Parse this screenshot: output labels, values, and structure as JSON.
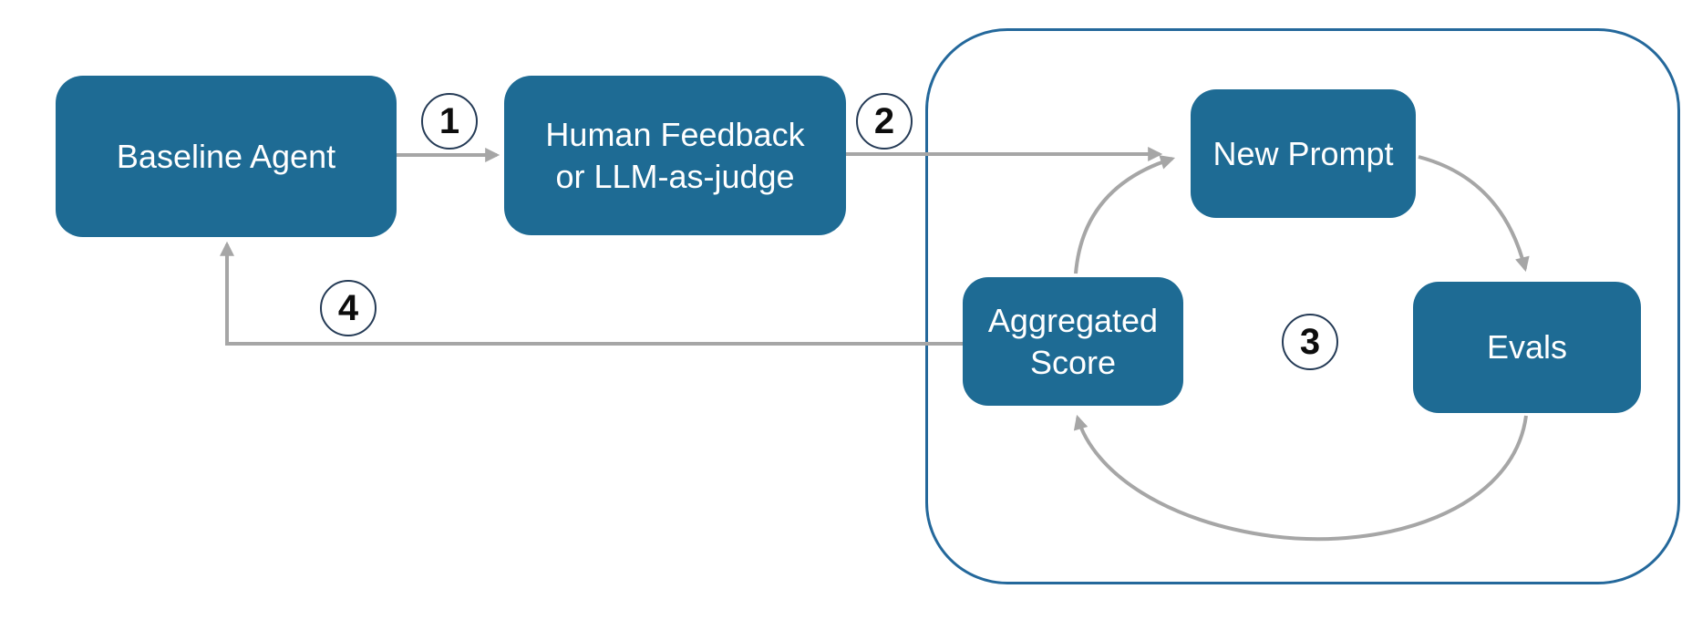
{
  "colors": {
    "accent": "#1e6b94",
    "container_border": "#24689b",
    "arrow": "#a6a6a6",
    "circle_border": "#253b56",
    "node_text": "#ffffff",
    "number_text": "#0d0d0d",
    "background": "#ffffff"
  },
  "nodes": {
    "baseline": {
      "label": "Baseline Agent"
    },
    "feedback": {
      "line1": "Human Feedback",
      "line2": "or LLM-as-judge"
    },
    "new_prompt": {
      "label": "New Prompt"
    },
    "aggregated": {
      "line1": "Aggregated",
      "line2": "Score"
    },
    "evals": {
      "label": "Evals"
    }
  },
  "steps": {
    "s1": "1",
    "s2": "2",
    "s3": "3",
    "s4": "4"
  }
}
